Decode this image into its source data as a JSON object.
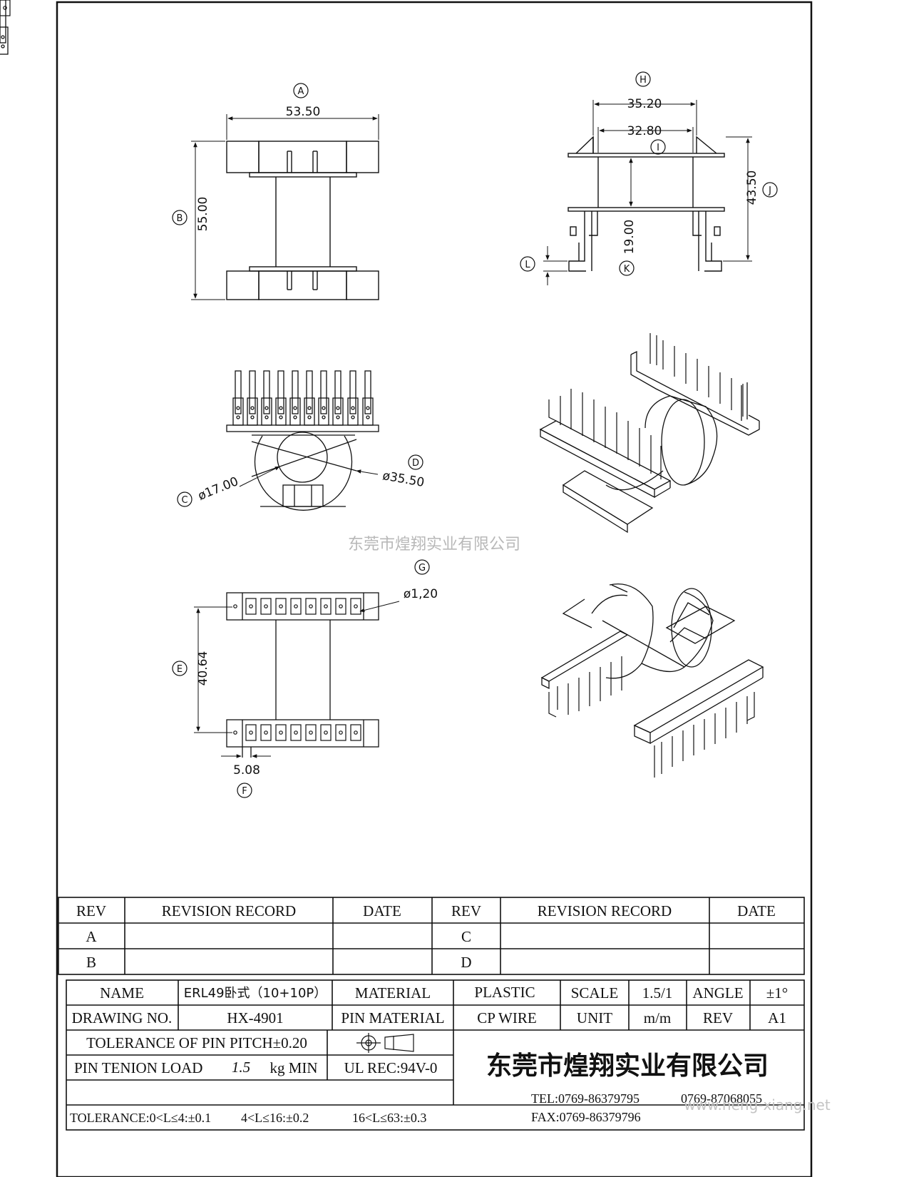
{
  "drawing": {
    "dimensions": {
      "A": "53.50",
      "B": "55.00",
      "C": "ø17.00",
      "D": "ø35.50",
      "E": "40.64",
      "F": "5.08",
      "G": "ø1,20",
      "H": "35.20",
      "I": "32.80",
      "J": "43.50",
      "K": "19.00"
    },
    "markers": [
      "A",
      "B",
      "C",
      "D",
      "E",
      "F",
      "G",
      "H",
      "I",
      "J",
      "K",
      "L"
    ],
    "watermark_center": "东莞市煌翔实业有限公司",
    "watermark_corner": "www.heng-xiang.net"
  },
  "revision_table": {
    "headers": [
      "REV",
      "REVISION RECORD",
      "DATE",
      "REV",
      "REVISION RECORD",
      "DATE"
    ],
    "rows": [
      {
        "rev_left": "A",
        "rev_right": "C"
      },
      {
        "rev_left": "B",
        "rev_right": "D"
      }
    ]
  },
  "title_block": {
    "name_label": "NAME",
    "name_value": "ERL49卧式（10+10P）",
    "material_label": "MATERIAL",
    "material_value": "PLASTIC",
    "scale_label": "SCALE",
    "scale_value": "1.5/1",
    "angle_label": "ANGLE",
    "angle_value": "±1°",
    "drawing_no_label": "DRAWING NO.",
    "drawing_no_value": "HX-4901",
    "pin_material_label": "PIN MATERIAL",
    "pin_material_value": "CP WIRE",
    "unit_label": "UNIT",
    "unit_value": "m/m",
    "rev_label": "REV",
    "rev_value": "A1",
    "pin_pitch_tolerance": "TOLERANCE OF PIN PITCH±0.20",
    "pin_tension_label": "PIN TENION LOAD",
    "pin_tension_value": "1.5",
    "pin_tension_unit": "kg MIN",
    "ul_rec": "UL REC:94V-0",
    "tolerance_1": "TOLERANCE:0<L≤4:±0.1",
    "tolerance_2": "4<L≤16:±0.2",
    "tolerance_3": "16<L≤63:±0.3",
    "company": "东莞市煌翔实业有限公司",
    "tel": "TEL:0769-86379795",
    "tel2": "0769-87068055",
    "fax": "FAX:0769-86379796"
  }
}
